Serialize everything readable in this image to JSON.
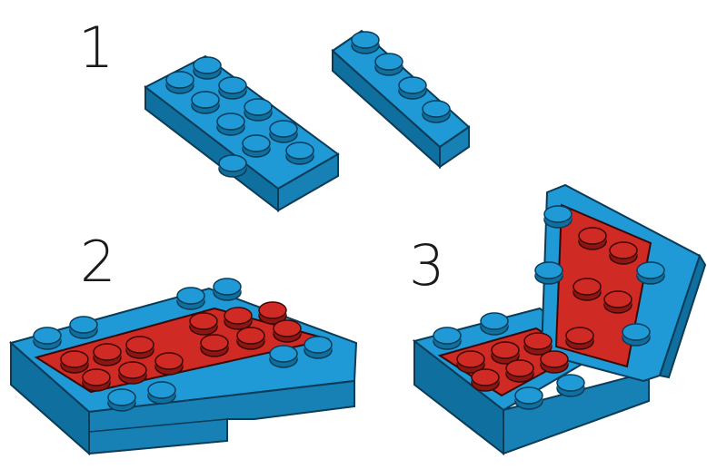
{
  "steps": [
    {
      "number": "1"
    },
    {
      "number": "2"
    },
    {
      "number": "3"
    }
  ],
  "colors": {
    "brick_blue": "#1f9ad6",
    "brick_blue_dark": "#0f6f9e",
    "brick_blue_light": "#4cb7e8",
    "brick_red": "#d02a24",
    "brick_red_dark": "#8e1612",
    "outline": "#0a3b57",
    "background": "#ffffff"
  },
  "icons": [
    "lego-plate-2x4-icon",
    "lego-plate-1x4-icon",
    "lego-assembly-flat-icon",
    "lego-assembly-chair-icon"
  ]
}
